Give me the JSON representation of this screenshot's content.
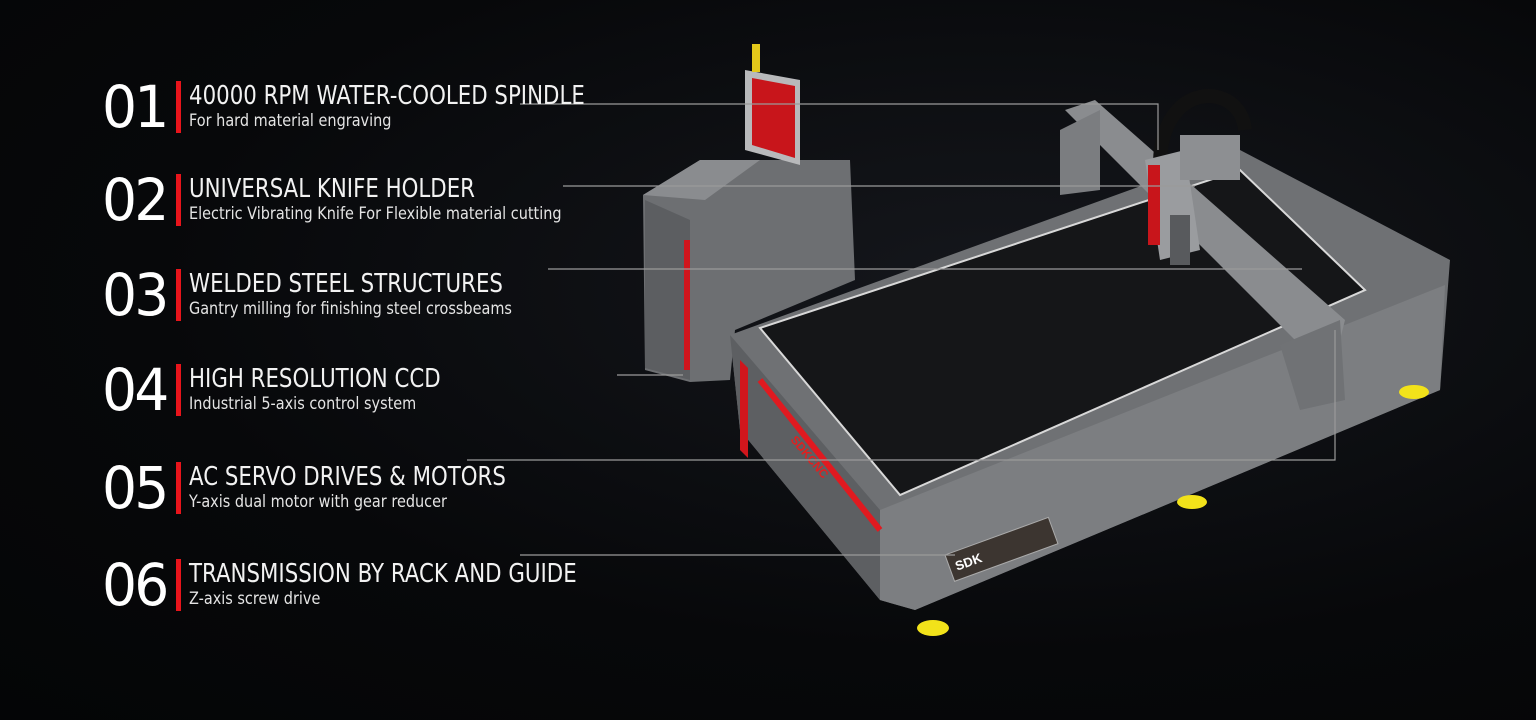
{
  "features": [
    {
      "number": "01",
      "title": "40000 RPM WATER-COOLED SPINDLE",
      "subtitle": "For hard material engraving"
    },
    {
      "number": "02",
      "title": "UNIVERSAL KNIFE HOLDER",
      "subtitle": "Electric Vibrating Knife For Flexible material cutting"
    },
    {
      "number": "03",
      "title": "WELDED STEEL STRUCTURES",
      "subtitle": "Gantry milling for finishing steel crossbeams"
    },
    {
      "number": "04",
      "title": "HIGH RESOLUTION CCD",
      "subtitle": "Industrial 5-axis control system"
    },
    {
      "number": "05",
      "title": "AC SERVO DRIVES & MOTORS",
      "subtitle": "Y-axis dual motor with gear reducer"
    },
    {
      "number": "06",
      "title": "TRANSMISSION BY RACK AND GUIDE",
      "subtitle": "Z-axis screw drive"
    }
  ],
  "machine": {
    "brand_logo": "SDK",
    "side_logo": "SDKCNC"
  },
  "colors": {
    "accent": "#e8141b",
    "machine_body": "#7a7c7f",
    "feet": "#f2e21a"
  }
}
